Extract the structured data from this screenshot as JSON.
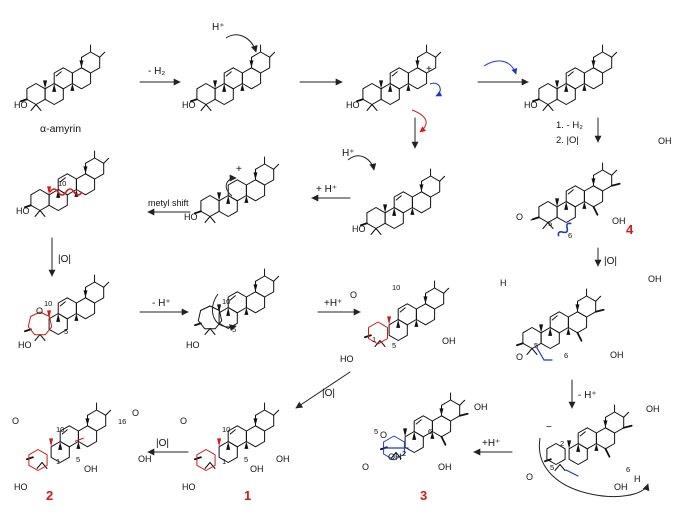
{
  "colors": {
    "ink": "#111111",
    "highlight_red": "#d21a1a",
    "highlight_blue": "#1f39c7",
    "arrow": "#222222"
  },
  "labels": {
    "alpha_amyrin": "α-amyrin",
    "h_plus": "H⁺",
    "minus_h2": "- H₂",
    "plus_h_plus": "+ H⁺",
    "metyl_shift": "metyl shift",
    "ox_bracket": "|O|",
    "step_1": "1. - H₂",
    "step_2": "2. |O|",
    "minus_h_plus": "- H⁺",
    "plus_hplus_compact": "+H⁺",
    "cmpd_4": "4",
    "cmpd_1": "1",
    "cmpd_2": "2",
    "cmpd_3": "3",
    "atom_10": "10",
    "atom_5": "5",
    "atom_6": "6",
    "atom_1": "1",
    "atom_2": "2",
    "atom_16": "16",
    "atom_O": "O",
    "atom_HO": "HO",
    "atom_OH": "OH",
    "atom_H": "H",
    "plus_sign": "+",
    "minus_sign": "−"
  },
  "icons": {
    "wavy_bond_cleavage": "red-wavy-bond-icon",
    "blue_bond_cleavage": "blue-wavy-bond-icon",
    "curved_electron_arrow": "curved-arrow-icon"
  }
}
